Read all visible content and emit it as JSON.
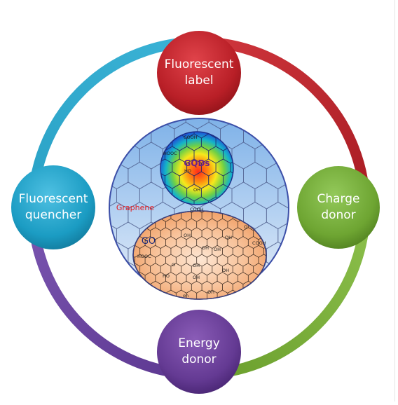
{
  "nodes": {
    "top": {
      "line1": "Fluorescent",
      "line2": "label",
      "color": "#c0272d"
    },
    "right": {
      "line1": "Charge",
      "line2": "donor",
      "color": "#77b23a"
    },
    "bottom": {
      "line1": "Energy",
      "line2": "donor",
      "color": "#6a3e98"
    },
    "left": {
      "line1": "Fluorescent",
      "line2": "quencher",
      "color": "#1fa3c8"
    }
  },
  "center": {
    "gqd_label": "GQDs",
    "graphene_label": "Graphene",
    "go_label": "GO",
    "groups": {
      "cooh": "COOH",
      "hooc": "HOOC",
      "oh": "OH",
      "ho": "HO",
      "o": "O",
      "oh_lower": "oh"
    }
  }
}
